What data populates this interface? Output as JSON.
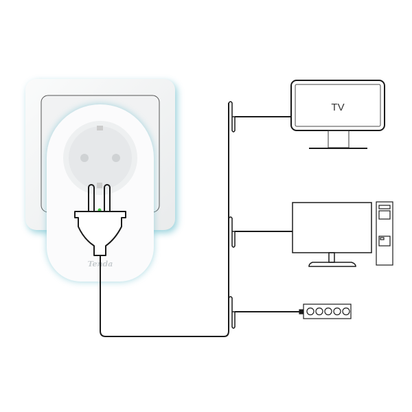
{
  "devices": {
    "tv_label": "TV",
    "plug_brand": "Tenda"
  },
  "colors": {
    "line": "#1a1a1a",
    "glow": "#7fc6d3",
    "led": "#3ec23e",
    "plate": "#f4f5f6"
  },
  "icons": [
    "smart-plug",
    "wall-socket",
    "tv",
    "desktop-computer",
    "pc-tower",
    "power-strip"
  ]
}
